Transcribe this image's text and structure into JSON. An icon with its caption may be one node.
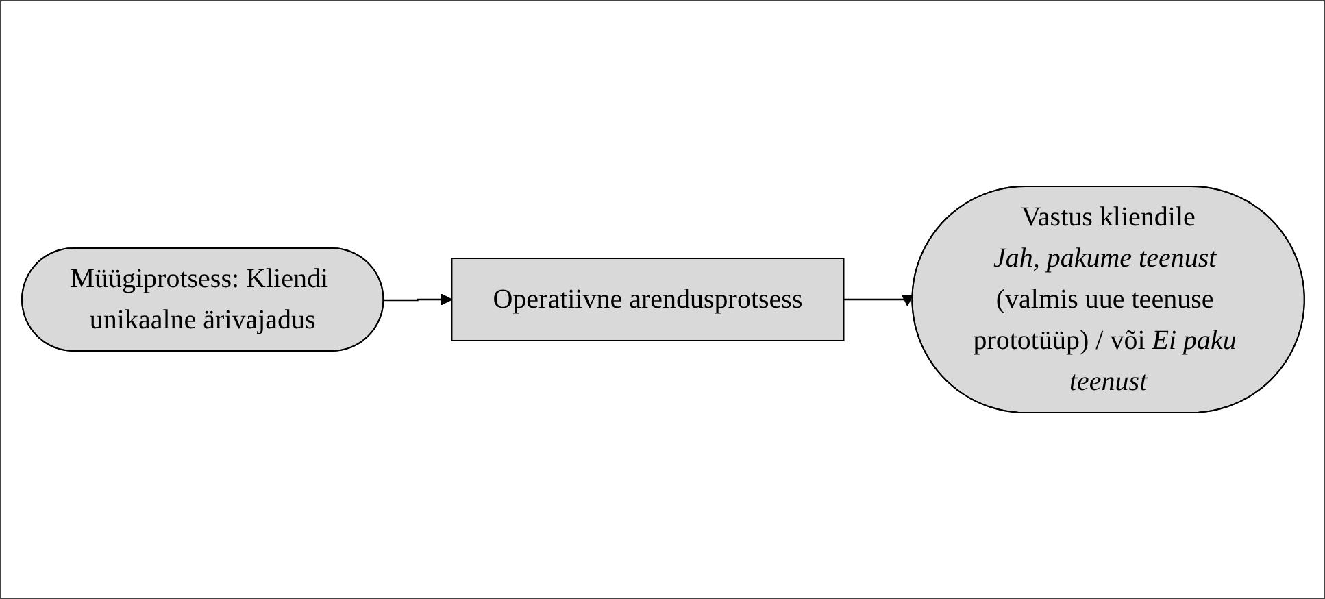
{
  "diagram": {
    "nodes": [
      {
        "text": [
          "Müügiprotsess: Kliendi unikaalne ärivajadus"
        ]
      },
      {
        "text": [
          "Operatiivne arendusprotsess"
        ]
      },
      {
        "text": [
          "Vastus kliendile",
          "*Jah, pakume teenust* (valmis uue teenuse prototüüp) / või *Ei paku teenust*"
        ]
      }
    ],
    "edges": [
      {
        "from": 0,
        "to": 1,
        "arrow": "to"
      },
      {
        "from": 1,
        "to": 2,
        "arrow": "to"
      }
    ]
  }
}
